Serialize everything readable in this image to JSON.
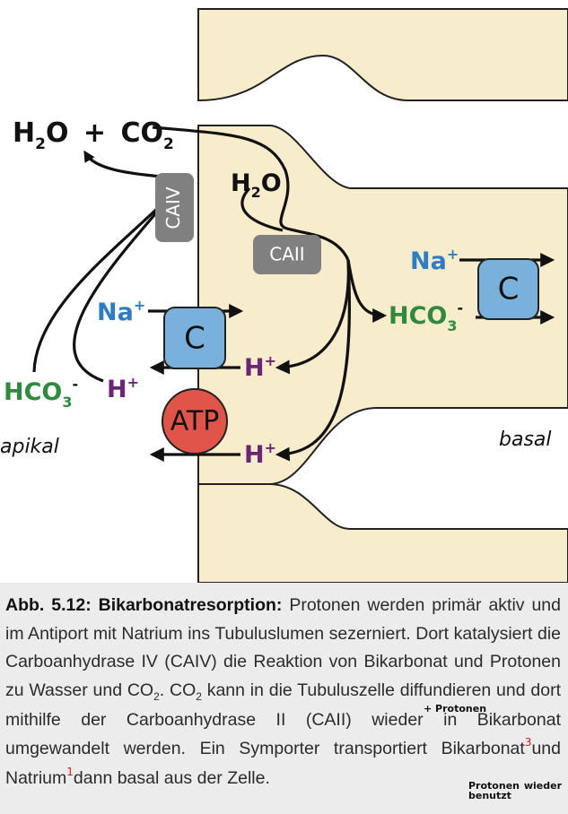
{
  "colors": {
    "cell": "#f7eccc",
    "cell_border": "#222222",
    "enzyme_box": "#808080",
    "transporter": "#7ab0dc",
    "atp": "#e0544a",
    "sodium": "#2e7cc4",
    "bicarbonate": "#2f8a3e",
    "proton": "#6b2576",
    "caption_bg": "#ececec"
  },
  "diagram": {
    "h2o": "H",
    "h2o_sub": "2",
    "h2o_o": "O",
    "plus": "+",
    "co2": "CO",
    "co2_sub": "2",
    "h2o_cell": "H",
    "h2o_cell_sub": "2",
    "h2o_cell_o": "O",
    "caiv": "CAIV",
    "caii": "CAII",
    "na_apical": "Na",
    "na_basal": "Na",
    "plus_sign": "+",
    "c_apical": "C",
    "c_basal": "C",
    "atp": "ATP",
    "h_apical_mid": "H",
    "h_apical_low": "H",
    "h_lumen": "H",
    "hco3_lumen": "HCO",
    "hco3_basal": "HCO",
    "three": "3",
    "minus": "-",
    "apikal": "apikal",
    "basal": "basal"
  },
  "caption": {
    "label": "Abb. 5.12: Bikarbonatresorption:",
    "text1": " Protonen werden primär aktiv und im Antiport mit Natrium ins Tubuluslumen sezerniert. Dort katalysiert die Carboanhydrase IV (CAIV) die Reaktion von Bikarbonat und Protonen zu Wasser und CO",
    "sub1": "2",
    "text2": ". CO",
    "sub2": "2",
    "text3": " kann in die Tubuluszelle diffundieren und dort mithilfe der Carboanhydrase II (CAII) wieder in Bikarbonat umgewandelt werden. Ein Symporter transportiert Bikarbonat",
    "note_3": "3",
    "text4": "und Natrium",
    "note_1": "1",
    "text5": "dann basal aus der Zelle.",
    "note_protonen": "+ Protonen",
    "note_wieder": "Protonen wieder benutzt"
  }
}
